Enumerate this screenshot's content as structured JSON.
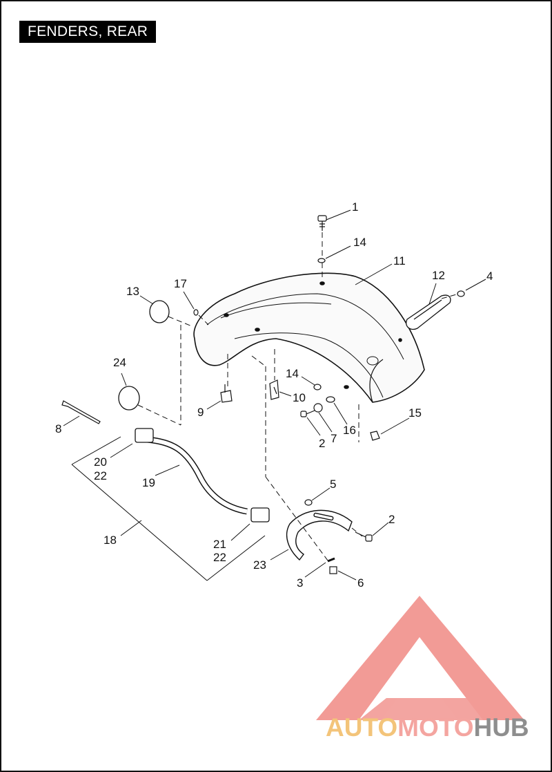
{
  "title": "FENDERS, REAR",
  "callouts": {
    "c1": "1",
    "c14a": "14",
    "c11": "11",
    "c12": "12",
    "c4": "4",
    "c13": "13",
    "c17": "17",
    "c24": "24",
    "c14b": "14",
    "c10": "10",
    "c9": "9",
    "c8": "8",
    "c15": "15",
    "c2a": "2",
    "c7": "7",
    "c16": "16",
    "c20": "20",
    "c22a": "22",
    "c19": "19",
    "c5": "5",
    "c2b": "2",
    "c18": "18",
    "c21": "21",
    "c22b": "22",
    "c23": "23",
    "c3": "3",
    "c6": "6"
  },
  "watermark": {
    "part1": "AUTO",
    "part2": "MOTO",
    "part3": "HUB",
    "colors": {
      "auto": "#f3c47a",
      "moto": "#f4a5a0",
      "hub": "#8e8e8e",
      "logo": "#f08a84"
    }
  }
}
